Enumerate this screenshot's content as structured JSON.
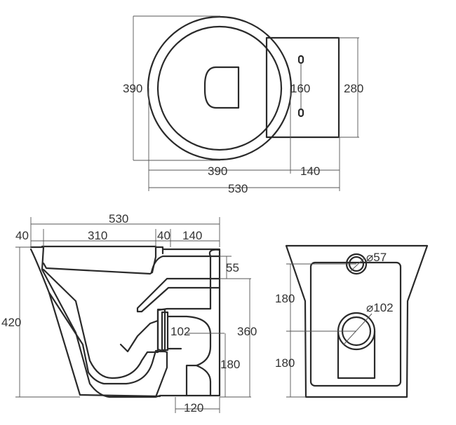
{
  "top_view": {
    "depth": "390",
    "tank_height": "280",
    "bolt_spacing": "160",
    "bowl_width": "390",
    "tank_width": "140",
    "overall_width": "530"
  },
  "side_view": {
    "overall": "530",
    "rim_left": "40",
    "opening": "310",
    "rim_right": "40",
    "tank": "140",
    "height": "420",
    "top_offset": "55",
    "outlet_height": "360",
    "outlet_diameter": "102",
    "outlet_floor": "180",
    "outlet_offset": "120"
  },
  "rear_view": {
    "inlet_diameter": "⌀57",
    "outlet_diameter": "⌀102",
    "upper_height": "180",
    "lower_height": "180"
  }
}
